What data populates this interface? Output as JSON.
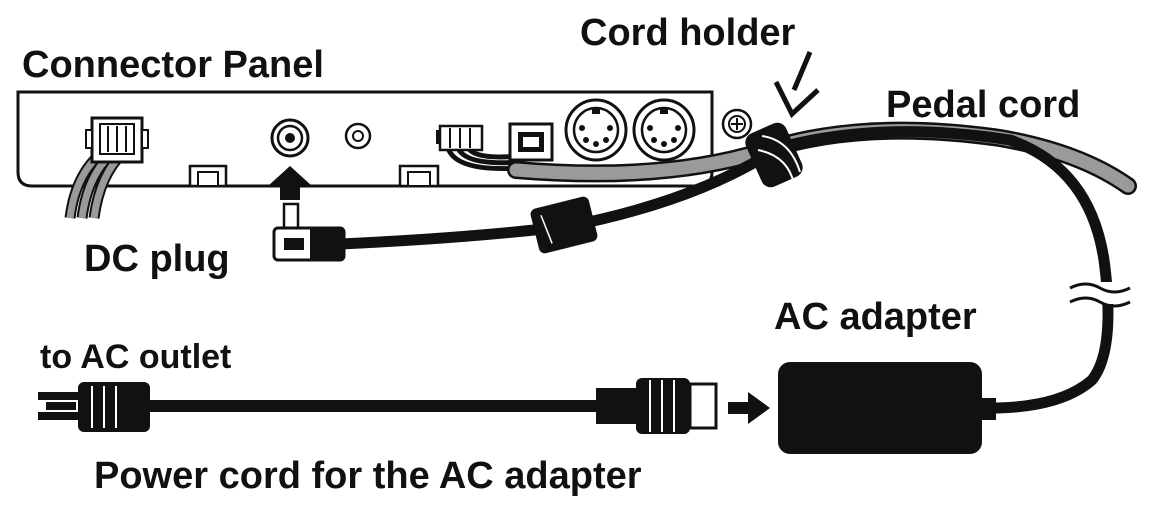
{
  "labels": {
    "connector_panel": "Connector Panel",
    "cord_holder": "Cord holder",
    "pedal_cord": "Pedal cord",
    "dc_plug": "DC plug",
    "ac_adapter": "AC adapter",
    "to_ac_outlet": "to AC outlet",
    "power_cord": "Power cord for the AC adapter"
  },
  "colors": {
    "ink": "#111111",
    "pedal_cord": "#9a9a9a",
    "panel_fill": "#ffffff"
  }
}
